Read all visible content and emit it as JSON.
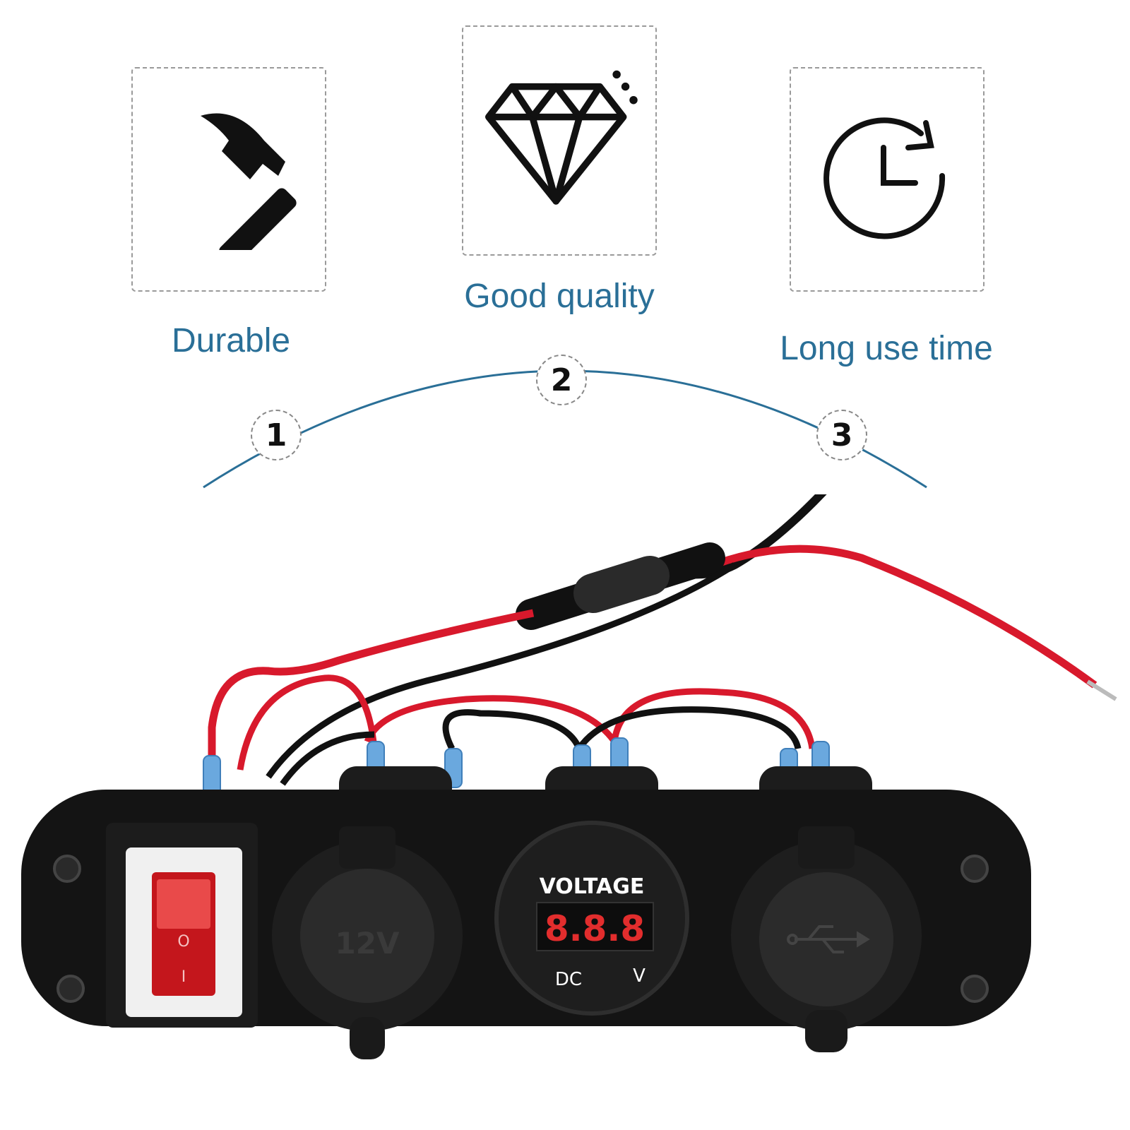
{
  "features": [
    {
      "label": "Durable",
      "icon": "hammer-icon",
      "step": "1"
    },
    {
      "label": "Good quality",
      "icon": "diamond-icon",
      "step": "2"
    },
    {
      "label": "Long use time",
      "icon": "clock-refresh-icon",
      "step": "3"
    }
  ],
  "product": {
    "voltmeter_title": "VOLTAGE",
    "voltmeter_display": "8.8.8",
    "voltmeter_dc": "DC",
    "voltmeter_unit": "V",
    "socket_label": "12V",
    "usb_icon": "usb-icon",
    "switch_marks": [
      "O",
      "I"
    ]
  },
  "colors": {
    "accent": "#2a6f97",
    "wire_red": "#d8192c",
    "wire_black": "#111111",
    "panel": "#141414",
    "display_red": "#e22d2d"
  }
}
